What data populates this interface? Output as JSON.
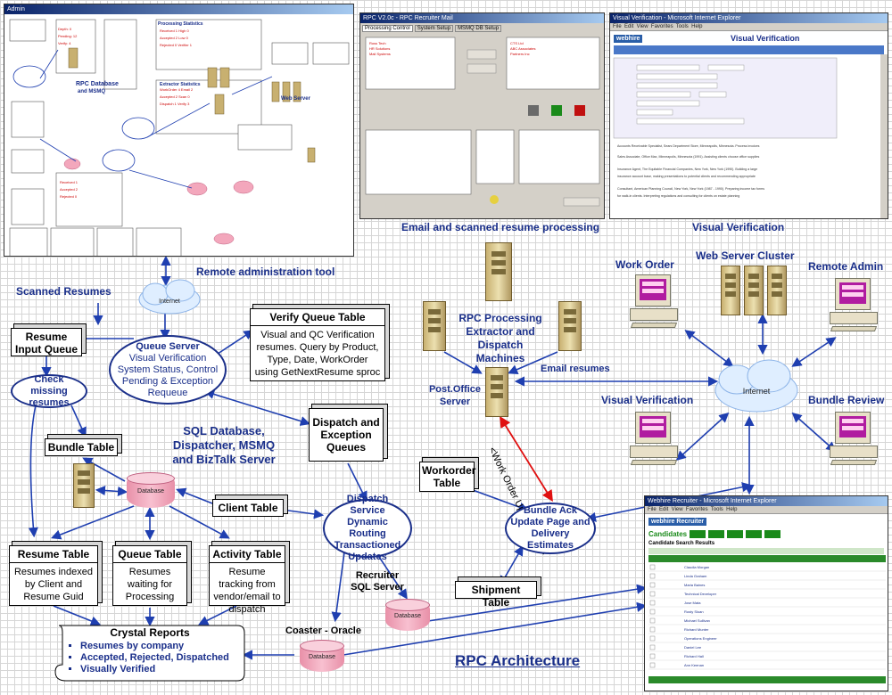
{
  "thumbnails": {
    "admin": {
      "title": "Admin"
    },
    "recruiter_mail": {
      "title": "RPC V2.0c - RPC Recruiter Mail",
      "tabs": [
        "Processing Control",
        "System Setup",
        "MSMQ DB Setup"
      ]
    },
    "visual_verif": {
      "title": "Visual Verification - Microsoft Internet Explorer",
      "header": "Visual Verification",
      "brand": "webhire"
    },
    "recruiter_web": {
      "title": "Webhire Recruiter - Microsoft Internet Explorer",
      "brand": "webhire Recruiter",
      "section": "Candidates",
      "results_title": "Candidate Search Results"
    }
  },
  "captions": {
    "email_scanned": "Email and scanned resume processing",
    "visual_verification": "Visual Verification",
    "remote_admin_tool": "Remote administration tool"
  },
  "labels": {
    "scanned_resumes": "Scanned Resumes",
    "rpc_processing": "RPC Processing Extractor and Dispatch Machines",
    "email_resumes": "Email resumes",
    "post_office": "Post.Office Server",
    "work_order_xml": "<Work Order Update XML>",
    "sql_db": "SQL Database, Dispatcher, MSMQ and BizTalk Server",
    "recruiter_sql": "Recruiter SQL Server",
    "coaster_oracle": "Coaster - Oracle",
    "work_order": "Work Order",
    "web_cluster": "Web Server Cluster",
    "remote_admin": "Remote Admin",
    "visual_verification": "Visual Verification",
    "bundle_review": "Bundle Review",
    "internet_small": "Internet",
    "internet_big": "Internet",
    "database": "Database",
    "footer_title": "RPC Architecture"
  },
  "boxes": {
    "resume_input_queue": "Resume Input Queue",
    "verify_queue": {
      "title": "Verify Queue Table",
      "body": "Visual and QC Verification resumes. Query by Product, Type, Date, WorkOrder using GetNextResume sproc"
    },
    "dispatch_exception": "Dispatch and Exception Queues",
    "bundle_table": "Bundle Table",
    "client_table": "Client Table",
    "workorder_table": "Workorder Table",
    "shipment_table": "Shipment Table",
    "resume_table": {
      "title": "Resume Table",
      "body": "Resumes indexed by Client and Resume Guid"
    },
    "queue_table": {
      "title": "Queue Table",
      "body": "Resumes waiting for Processing"
    },
    "activity_table": {
      "title": "Activity Table",
      "body": "Resume tracking from vendor/email to dispatch"
    }
  },
  "ellipses": {
    "check_missing": "Check missing resumes",
    "queue_server": {
      "title": "Queue Server",
      "body": "Visual Verification System Status, Control Pending & Exception Requeue"
    },
    "dispatch_service": "Dispatch Service Dynamic Routing Transactioned Updates",
    "bundle_ack": "Bundle Ack Update Page and Delivery Estimates"
  },
  "crystal": {
    "title": "Crystal Reports",
    "items": [
      "Resumes by company",
      "Accepted, Rejected, Dispatched",
      "Visually Verified"
    ]
  },
  "colors": {
    "accent": "#1a2f8a",
    "arrow_blue": "#1f3fb0",
    "arrow_red": "#e01010",
    "db_pink": "#f3a7bc",
    "pc_screen": "#b01ca0"
  }
}
